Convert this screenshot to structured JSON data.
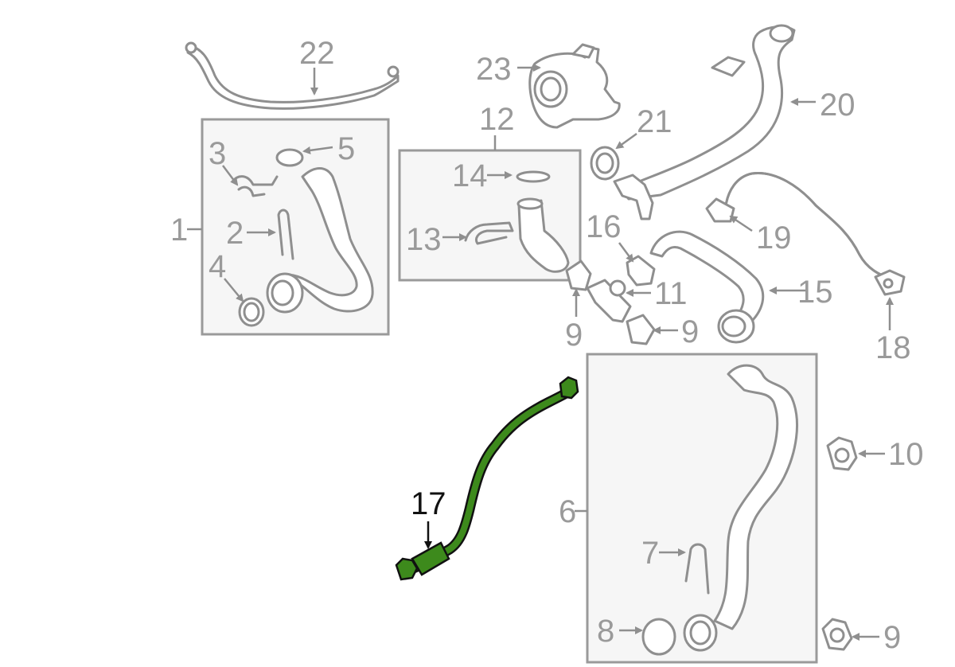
{
  "diagram": {
    "highlight_color": "#3d8a1c",
    "line_color": "#8f8f8f",
    "callouts": {
      "c1": "1",
      "c2": "2",
      "c3": "3",
      "c4": "4",
      "c5": "5",
      "c6": "6",
      "c7": "7",
      "c8": "8",
      "c9a": "9",
      "c9b": "9",
      "c9c": "9",
      "c10": "10",
      "c11": "11",
      "c12": "12",
      "c13": "13",
      "c14": "14",
      "c15": "15",
      "c16": "16",
      "c17": "17",
      "c18": "18",
      "c19": "19",
      "c20": "20",
      "c21": "21",
      "c22": "22",
      "c23": "23"
    },
    "highlighted_part": "17"
  }
}
